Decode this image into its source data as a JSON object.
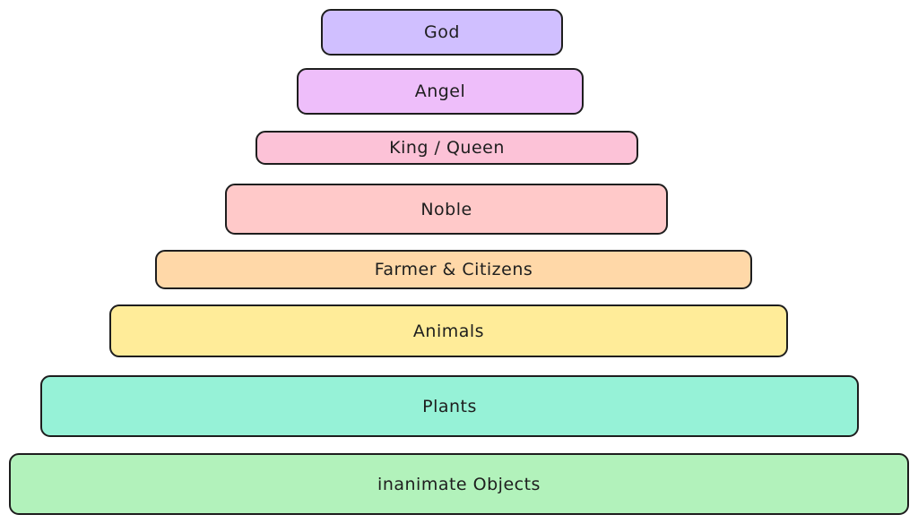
{
  "pyramid": {
    "tiers": [
      {
        "label": "God",
        "color": "#d0bfff"
      },
      {
        "label": "Angel",
        "color": "#eebefa"
      },
      {
        "label": "King / Queen",
        "color": "#fcc2d7"
      },
      {
        "label": "Noble",
        "color": "#ffc9c9"
      },
      {
        "label": "Farmer & Citizens",
        "color": "#ffd8a8"
      },
      {
        "label": "Animals",
        "color": "#ffec99"
      },
      {
        "label": "Plants",
        "color": "#96f2d7"
      },
      {
        "label": "inanimate Objects",
        "color": "#b2f2bb"
      }
    ]
  }
}
